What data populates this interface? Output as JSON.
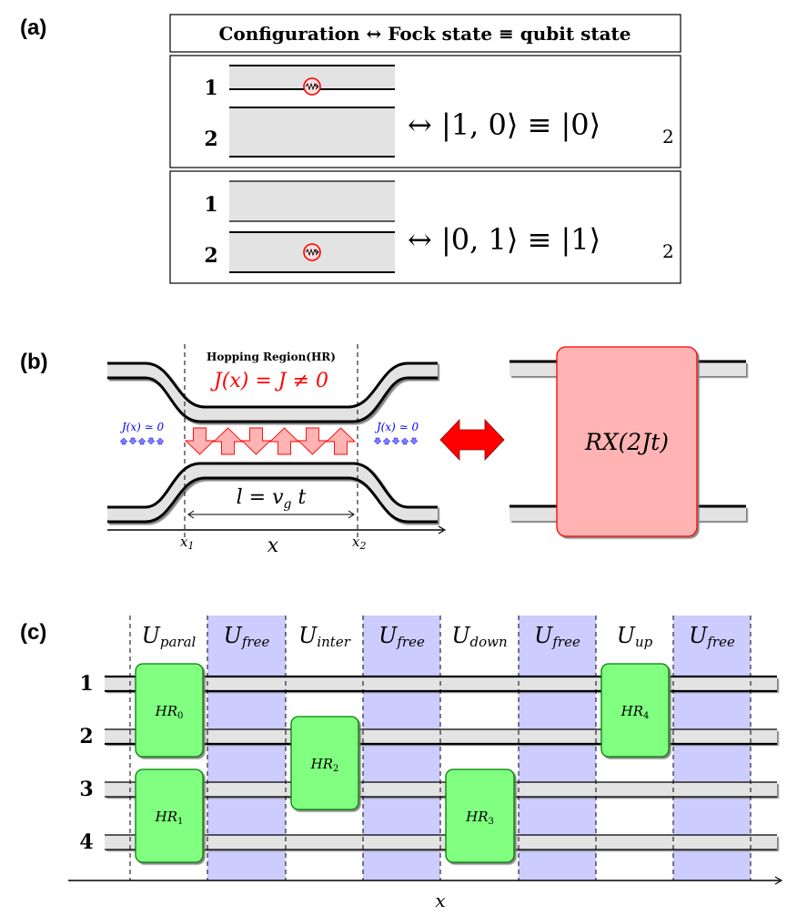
{
  "panel_a": {
    "label": "(a)",
    "header": "Configuration ↔ Fock state ≡ qubit state",
    "rows": [
      {
        "waveguide_labels": [
          "1",
          "2"
        ],
        "photon_in": 1,
        "relation": "↔ |1, 0⟩ ≡ |0⟩",
        "subscript": "2"
      },
      {
        "waveguide_labels": [
          "1",
          "2"
        ],
        "photon_in": 2,
        "relation": "↔ |0, 1⟩ ≡ |1⟩",
        "subscript": "2"
      }
    ],
    "photon_icon": "photon-wave-icon"
  },
  "panel_b": {
    "label": "(b)",
    "region_title": "Hopping Region(HR)",
    "coupling_inside": "J(x) = J ≠ 0",
    "coupling_outside_left": "J(x) ≃ 0",
    "coupling_outside_right": "J(x) ≃ 0",
    "length_label": "l = v",
    "length_sub": "g",
    "length_suffix": " t",
    "x1": "x",
    "x1_sub": "1",
    "x2": "x",
    "x2_sub": "2",
    "axis_label": "x",
    "gate_label": "RX(2Jt)",
    "arrow_pattern": [
      "down",
      "up",
      "down",
      "up",
      "down",
      "up"
    ],
    "small_arrows_left": [
      "up",
      "down",
      "up",
      "down",
      "up"
    ],
    "small_arrows_right": [
      "down",
      "up",
      "down",
      "up",
      "down"
    ],
    "colors": {
      "inside": "#ff0000",
      "outside": "#0000ff",
      "gate_fill": "#ffb3b3",
      "gate_border": "#ff0000",
      "arrow_fill": "#ffb3b3"
    }
  },
  "panel_c": {
    "label": "(c)",
    "waveguide_labels": [
      "1",
      "2",
      "3",
      "4"
    ],
    "axis_label": "x",
    "stages": [
      {
        "name": "U",
        "sub": "paral",
        "shaded": false
      },
      {
        "name": "U",
        "sub": "free",
        "shaded": true
      },
      {
        "name": "U",
        "sub": "inter",
        "shaded": false
      },
      {
        "name": "U",
        "sub": "free",
        "shaded": true
      },
      {
        "name": "U",
        "sub": "down",
        "shaded": false
      },
      {
        "name": "U",
        "sub": "free",
        "shaded": true
      },
      {
        "name": "U",
        "sub": "up",
        "shaded": false
      },
      {
        "name": "U",
        "sub": "free",
        "shaded": true
      }
    ],
    "hopping_regions": [
      {
        "label": "HR",
        "sub": "0",
        "stage": 0,
        "waveguides": [
          1,
          2
        ]
      },
      {
        "label": "HR",
        "sub": "1",
        "stage": 0,
        "waveguides": [
          3,
          4
        ]
      },
      {
        "label": "HR",
        "sub": "2",
        "stage": 2,
        "waveguides": [
          2,
          3
        ]
      },
      {
        "label": "HR",
        "sub": "3",
        "stage": 4,
        "waveguides": [
          3,
          4
        ]
      },
      {
        "label": "HR",
        "sub": "4",
        "stage": 6,
        "waveguides": [
          1,
          2
        ]
      }
    ],
    "colors": {
      "shade": "#ccccff",
      "hr_fill": "#80ff80",
      "hr_border": "#008000",
      "waveguide_fill": "#e3e3e3"
    }
  }
}
